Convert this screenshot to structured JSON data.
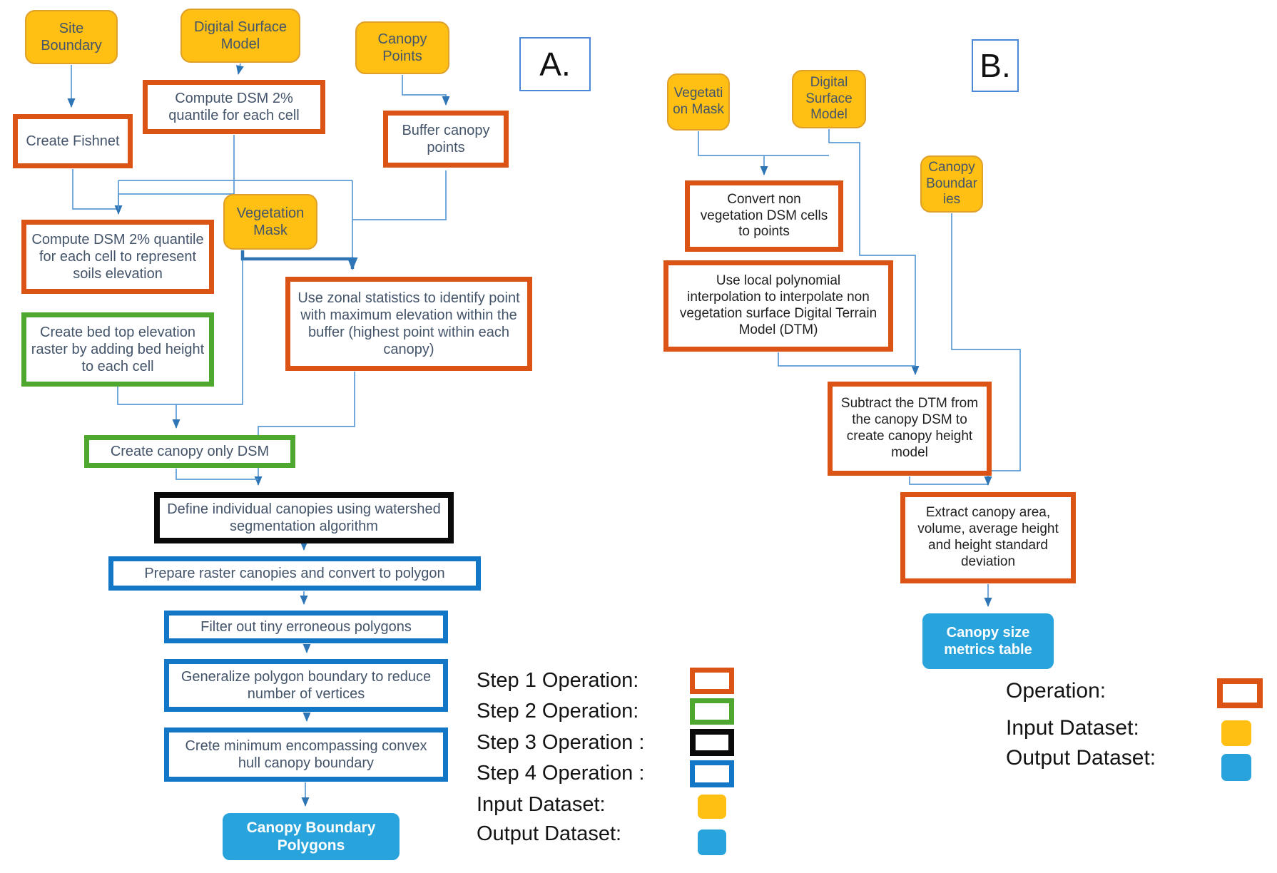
{
  "panel_a": {
    "label": "A.",
    "nodes": {
      "site_boundary": "Site\nBoundary",
      "digital_surface_model": "Digital Surface\nModel",
      "canopy_points": "Canopy\nPoints",
      "compute_dsm_cell": "Compute DSM 2% quantile for each cell",
      "create_fishnet": "Create Fishnet",
      "buffer_canopy_points": "Buffer canopy points",
      "vegetation_mask": "Vegetation\nMask",
      "compute_dsm_soils": "Compute DSM 2% quantile for each cell to represent soils elevation",
      "zonal_statistics": "Use zonal statistics to identify point with maximum elevation within the buffer (highest point within each canopy)",
      "create_bed_top": "Create bed top elevation raster by adding bed height to each cell",
      "create_canopy_only_dsm": "Create canopy only DSM",
      "define_canopies": "Define individual canopies using watershed segmentation algorithm",
      "prepare_raster": "Prepare raster canopies and convert to polygon",
      "filter_polygons": "Filter out tiny erroneous polygons",
      "generalize_boundary": "Generalize polygon boundary to reduce number of vertices",
      "convex_hull": "Crete minimum encompassing convex hull canopy boundary",
      "canopy_boundary_polygons": "Canopy Boundary Polygons"
    }
  },
  "panel_b": {
    "label": "B.",
    "nodes": {
      "vegetation_mask": "Vegetati\non Mask",
      "digital_surface_model": "Digital\nSurface\nModel",
      "canopy_boundaries": "Canopy\nBoundar\nies",
      "convert_non_veg": "Convert non\nvegetation DSM cells\nto points",
      "local_polynomial": "Use local polynomial\ninterpolation to interpolate non\nvegetation surface Digital Terrain\nModel (DTM)",
      "subtract_dtm": "Subtract the DTM from\nthe canopy DSM to\ncreate canopy height\nmodel",
      "extract_metrics": "Extract canopy area, volume, average height and height standard deviation",
      "canopy_size_table": "Canopy size\nmetrics table"
    }
  },
  "legend_a": {
    "rows": [
      {
        "label": "Step 1 Operation:",
        "swatch": "orange-outline"
      },
      {
        "label": "Step 2 Operation:",
        "swatch": "green-outline"
      },
      {
        "label": "Step 3 Operation :",
        "swatch": "black-outline"
      },
      {
        "label": "Step 4 Operation :",
        "swatch": "blue-outline"
      },
      {
        "label": "Input Dataset:",
        "swatch": "yellow-fill"
      },
      {
        "label": "Output Dataset:",
        "swatch": "skyblue-fill"
      }
    ]
  },
  "legend_b": {
    "rows": [
      {
        "label": "Operation:",
        "swatch": "orange-outline"
      },
      {
        "label": "Input Dataset:",
        "swatch": "yellow-fill"
      },
      {
        "label": "Output Dataset:",
        "swatch": "skyblue-fill"
      }
    ]
  },
  "colors": {
    "orange": "#DC5415",
    "green": "#4EA72E",
    "black_op": "#0A0A0A",
    "blue": "#1377C8",
    "input_yellow": "#FFC013",
    "output_blue": "#29A3DC",
    "wire": "#5B9BD5",
    "wire_bold": "#2E75B6"
  }
}
